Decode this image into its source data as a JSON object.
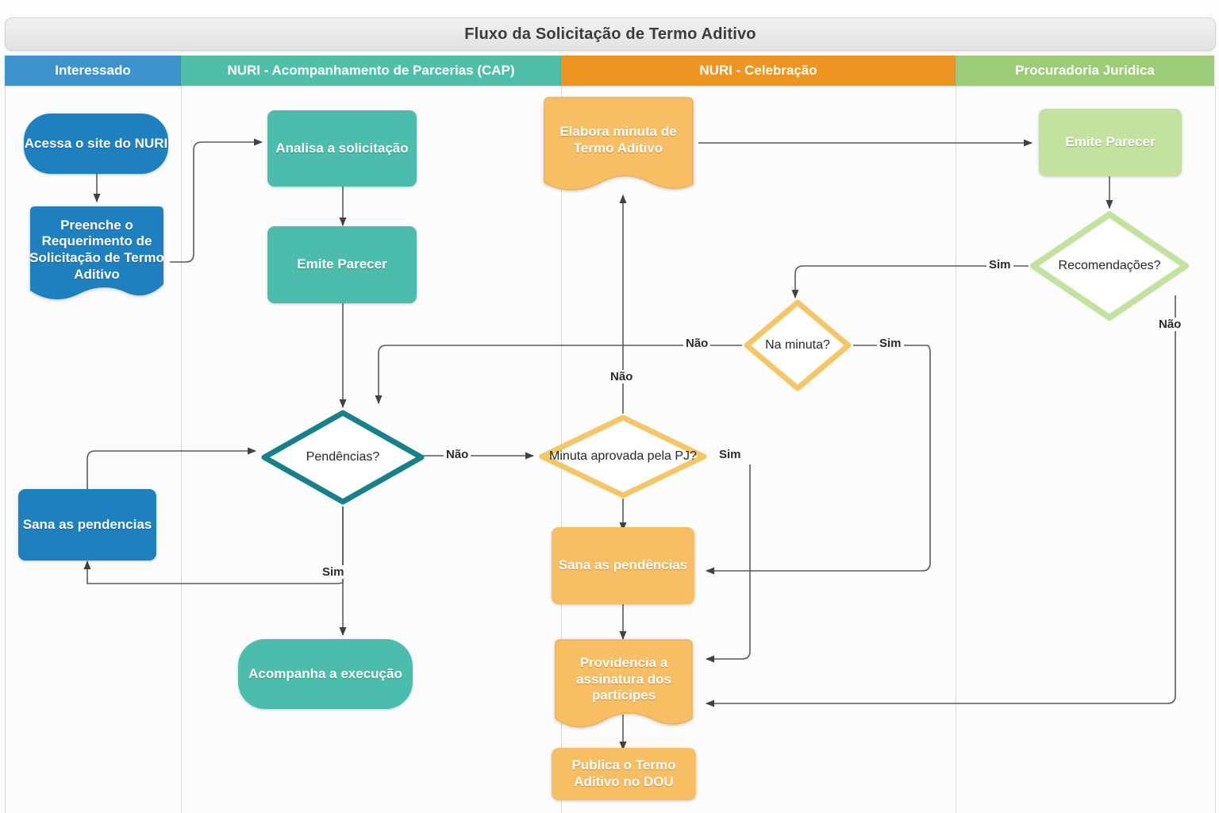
{
  "title": "Fluxo da Solicitação de Termo Aditivo",
  "colors": {
    "blue": "#1F80C0",
    "teal": "#4CBDAC",
    "teal_dark": "#17808A",
    "orange_head": "#EE9422",
    "orange_node": "#F8BE63",
    "orange_border": "#F2C25C",
    "green_head": "#9CCC78",
    "green_node": "#C3E2A0",
    "green_border": "#C3E2A0",
    "line": "#4a4a4a"
  },
  "lanes": [
    {
      "id": "interessado",
      "label": "Interessado",
      "color": "#3D93CD"
    },
    {
      "id": "cap",
      "label": "NURI - Acompanhamento de Parcerias (CAP)",
      "color": "#50BFA7"
    },
    {
      "id": "celebracao",
      "label": "NURI - Celebração",
      "color": "#EE9422"
    },
    {
      "id": "pj",
      "label": "Procuradoria Juridica",
      "color": "#9CCC78"
    }
  ],
  "nodes": [
    {
      "id": "acessa-site",
      "lane": "interessado",
      "shape": "terminator",
      "label": "Acessa o site do NURI"
    },
    {
      "id": "preenche-requerimento",
      "lane": "interessado",
      "shape": "document",
      "label": "Preenche o Requerimento de Solicitação de Termo Aditivo"
    },
    {
      "id": "sana-pendencias-int",
      "lane": "interessado",
      "shape": "process",
      "label": "Sana as pendencias"
    },
    {
      "id": "analisa-solicitacao",
      "lane": "cap",
      "shape": "process",
      "label": "Analisa a solicitação"
    },
    {
      "id": "emite-parecer-cap",
      "lane": "cap",
      "shape": "process",
      "label": "Emite Parecer"
    },
    {
      "id": "pendencias",
      "lane": "cap",
      "shape": "decision",
      "label": "Pendências?"
    },
    {
      "id": "acompanha-execucao",
      "lane": "cap",
      "shape": "terminator",
      "label": "Acompanha a execução"
    },
    {
      "id": "elabora-minuta",
      "lane": "celebracao",
      "shape": "document",
      "label": "Elabora minuta de Termo Aditivo"
    },
    {
      "id": "na-minuta",
      "lane": "celebracao",
      "shape": "decision",
      "label": "Na minuta?"
    },
    {
      "id": "minuta-aprovada",
      "lane": "celebracao",
      "shape": "decision",
      "label": "Minuta aprovada pela PJ?"
    },
    {
      "id": "sana-pendencias-cel",
      "lane": "celebracao",
      "shape": "process",
      "label": "Sana as pendências"
    },
    {
      "id": "providencia-assinatura",
      "lane": "celebracao",
      "shape": "document",
      "label": "Providencia a assinatura dos partícipes"
    },
    {
      "id": "publica-dou",
      "lane": "celebracao",
      "shape": "process",
      "label": "Publica o Termo Aditivo no DOU"
    },
    {
      "id": "emite-parecer-pj",
      "lane": "pj",
      "shape": "process",
      "label": "Emite Parecer"
    },
    {
      "id": "recomendacoes",
      "lane": "pj",
      "shape": "decision",
      "label": "Recomendações?"
    }
  ],
  "edge_labels": {
    "pendencias_nao": "Não",
    "pendencias_sim": "Sim",
    "minuta_aprovada_sim": "Sim",
    "minuta_aprovada_nao": "Não",
    "na_minuta_nao": "Não",
    "na_minuta_sim": "Sim",
    "recomendacoes_sim": "Sim",
    "recomendacoes_nao": "Não"
  }
}
